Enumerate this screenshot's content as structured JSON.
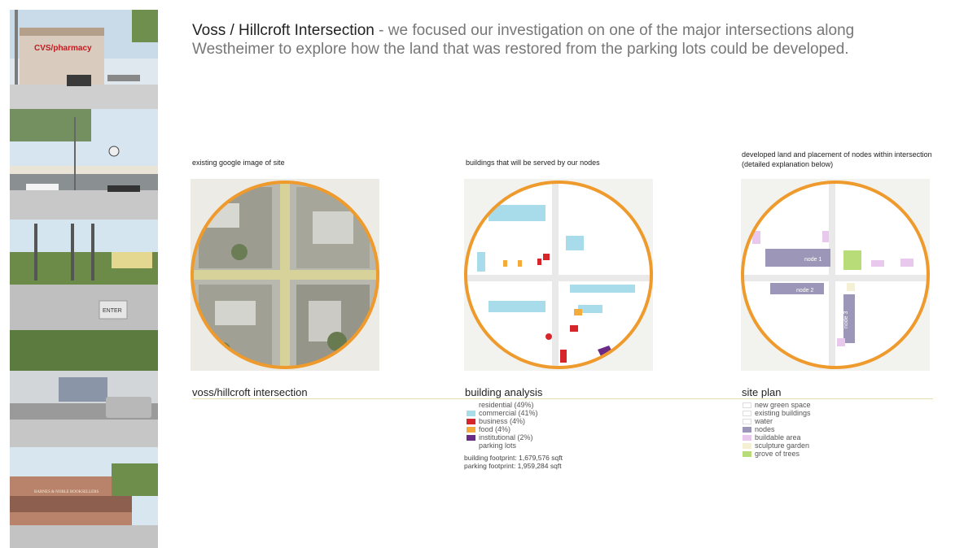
{
  "header": {
    "title": "Voss / Hillcroft Intersection",
    "description": " - we focused our investigation on one of the major intersections along Westheimer to explore how the land that was restored from the parking lots could be developed."
  },
  "photos": {
    "cvs_sign": "CVS/pharmacy",
    "enter_sign": "ENTER",
    "bookstore_sign": "BARNES & NOBLE BOOKSELLERS"
  },
  "panels": {
    "existing": {
      "caption": "existing google image of site",
      "label": "voss/hillcroft intersection"
    },
    "analysis": {
      "caption": "buildings that will be served by our nodes",
      "label": "building analysis",
      "legend": [
        {
          "label": "residential (49%)",
          "color": "#ffffff"
        },
        {
          "label": "commercial (41%)",
          "color": "#a8dcea"
        },
        {
          "label": "business (4%)",
          "color": "#d6262c"
        },
        {
          "label": "food (4%)",
          "color": "#f5ab3a"
        },
        {
          "label": "institutional (2%)",
          "color": "#6a2a86"
        },
        {
          "label": "parking lots",
          "color": "#ffffff"
        }
      ],
      "building_footprint": "building footprint:  1,679,576 sqft",
      "parking_footprint": "parking footprint:  1,959,284 sqft"
    },
    "site_plan": {
      "caption": "developed land and placement of nodes within intersection (detailed explanation below)",
      "label": "site plan",
      "legend": [
        {
          "label": "new green space",
          "color": "#ffffff"
        },
        {
          "label": "existing buildings",
          "color": "#ffffff"
        },
        {
          "label": "water",
          "color": "#ffffff"
        },
        {
          "label": "nodes",
          "color": "#9c97b8"
        },
        {
          "label": "buildable area",
          "color": "#e8c8ec"
        },
        {
          "label": "sculpture garden",
          "color": "#f4f0d4"
        },
        {
          "label": "grove of trees",
          "color": "#b8dc78"
        }
      ],
      "nodes": [
        "node 1",
        "node 2",
        "node 3"
      ]
    }
  },
  "colors": {
    "ring": "#ef9a2c",
    "commercial": "#a8dcea",
    "business": "#d6262c",
    "food": "#f5ab3a",
    "institutional": "#6a2a86",
    "node": "#9c97b8",
    "buildable": "#e8c8ec",
    "grove": "#b8dc78"
  }
}
